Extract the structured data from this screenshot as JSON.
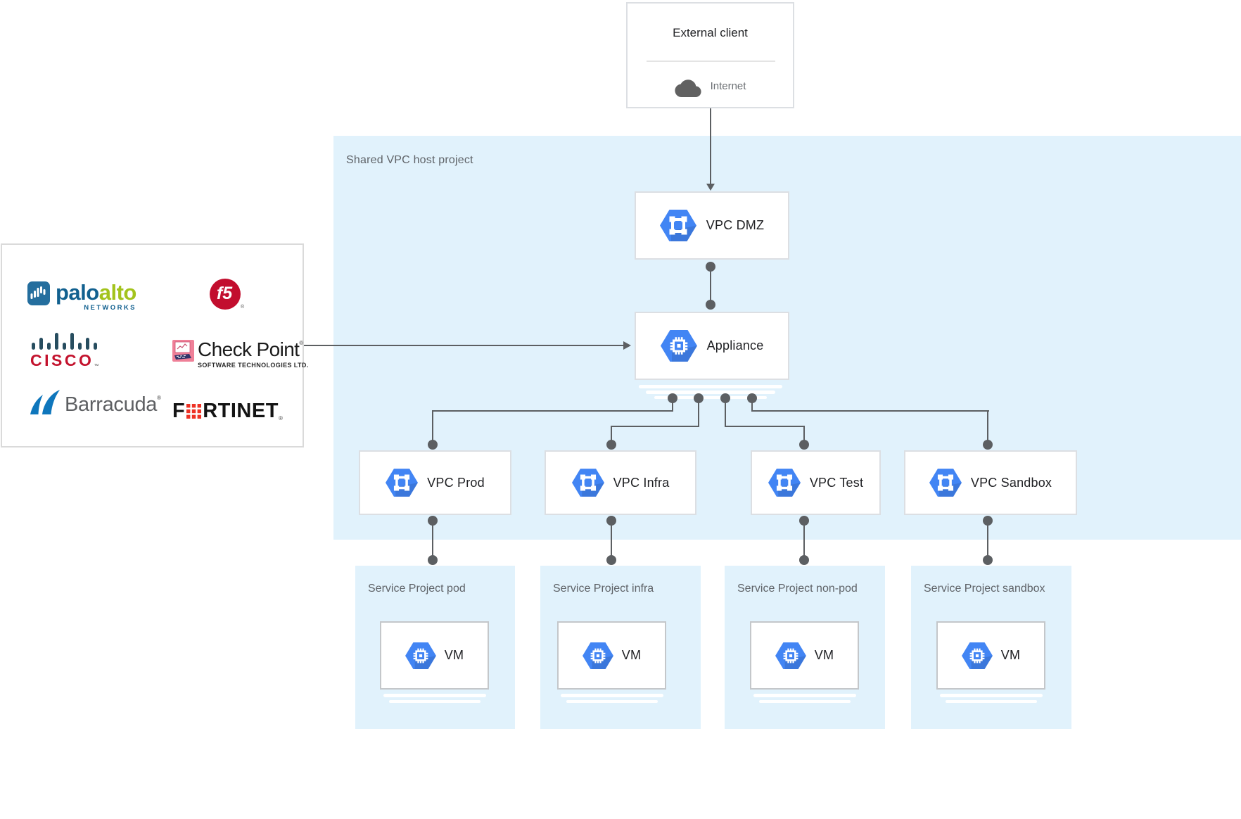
{
  "colors": {
    "host_fill": "#e1f2fc",
    "gcp_blue": "#4285f4",
    "connector_gray": "#5c5f62",
    "text_dark": "#202124",
    "text_gray": "#5f6368",
    "f5_red": "#c20e2e",
    "cisco_red": "#c3122d",
    "fortinet_red": "#ee3124",
    "barracuda_blue": "#0e76bc",
    "paloalto_blue": "#11608f",
    "paloalto_green": "#a3c31c",
    "checkpoint_pink": "#ef8098"
  },
  "external_client": {
    "title": "External client",
    "node_label": "Internet"
  },
  "host_project": {
    "label": "Shared VPC host project"
  },
  "dmz": {
    "label": "VPC DMZ"
  },
  "appliance": {
    "label": "Appliance"
  },
  "vpc_row": [
    {
      "label": "VPC Prod"
    },
    {
      "label": "VPC Infra"
    },
    {
      "label": "VPC Test"
    },
    {
      "label": "VPC Sandbox"
    }
  ],
  "service_projects": [
    {
      "label": "Service Project pod",
      "vm": "VM"
    },
    {
      "label": "Service Project infra",
      "vm": "VM"
    },
    {
      "label": "Service Project non-pod",
      "vm": "VM"
    },
    {
      "label": "Service Project sandbox",
      "vm": "VM"
    }
  ],
  "vendors": {
    "paloalto": {
      "word_1": "palo",
      "word_2": "alto",
      "tagline": "NETWORKS"
    },
    "f5": {
      "mark": "f5",
      "reg": "®"
    },
    "cisco": {
      "word": "CISCO",
      "tm": "™"
    },
    "checkpoint": {
      "word": "Check Point",
      "reg": "®",
      "tagline": "SOFTWARE TECHNOLOGIES LTD."
    },
    "barracuda": {
      "word": "Barracuda",
      "reg": "®"
    },
    "fortinet": {
      "part_1": "F",
      "part_2": "RTINET",
      "reg": "®"
    }
  }
}
